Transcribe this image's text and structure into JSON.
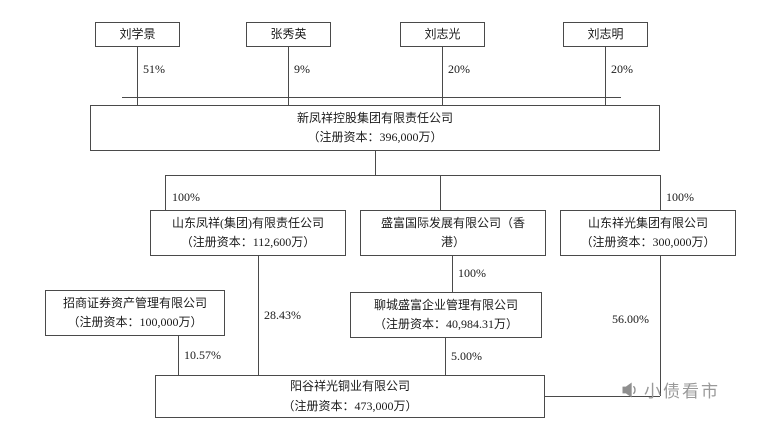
{
  "shareholders": [
    {
      "name": "刘学景",
      "pct": "51%"
    },
    {
      "name": "张秀英",
      "pct": "9%"
    },
    {
      "name": "刘志光",
      "pct": "20%"
    },
    {
      "name": "刘志明",
      "pct": "20%"
    }
  ],
  "companies": {
    "holding": {
      "line1": "新凤祥控股集团有限责任公司",
      "line2": "（注册资本：396,000万）"
    },
    "fengxiang": {
      "line1": "山东凤祥(集团)有限责任公司",
      "line2": "（注册资本：112,600万）"
    },
    "shengfu": {
      "line1": "盛富国际发展有限公司（香",
      "line2": "港）"
    },
    "xiangguang": {
      "line1": "山东祥光集团有限公司",
      "line2": "（注册资本：300,000万）"
    },
    "liaocheng": {
      "line1": "聊城盛富企业管理有限公司",
      "line2": "（注册资本：40,984.31万）"
    },
    "zhaoshang": {
      "line1": "招商证券资产管理有限公司",
      "line2": "（注册资本：100,000万）"
    },
    "yanggu": {
      "line1": "阳谷祥光铜业有限公司",
      "line2": "（注册资本：473,000万）"
    }
  },
  "edges": {
    "fengxiang_pct": "100%",
    "xiangguang_pct": "100%",
    "shengfu_liaocheng_pct": "100%",
    "fengxiang_bottom_pct": "28.43%",
    "zhaoshang_bottom_pct": "10.57%",
    "liaocheng_bottom_pct": "5.00%",
    "xiangguang_bottom_pct": "56.00%"
  },
  "watermark": {
    "text": "小债看市"
  },
  "colors": {
    "line": "#4a4a4a",
    "text": "#1a1a1a",
    "watermark_gray": "#999999"
  }
}
